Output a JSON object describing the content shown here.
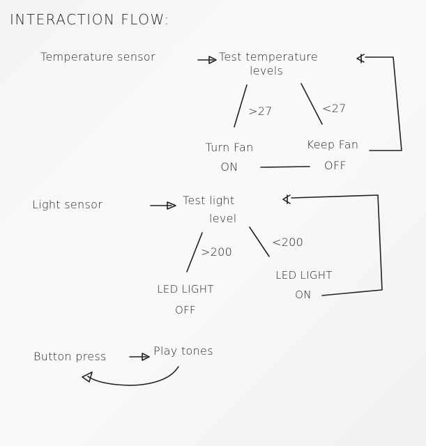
{
  "title": "INTERACTION FLOW:",
  "temperature": {
    "input": "Temperature sensor",
    "test_line1": "Test temperature",
    "test_line2": "levels",
    "left_cond": ">27",
    "right_cond": "<27",
    "left_out_line1": "Turn Fan",
    "left_out_line2": "ON",
    "right_out_line1": "Keep Fan",
    "right_out_line2": "OFF"
  },
  "light": {
    "input": "Light sensor",
    "test_line1": "Test light",
    "test_line2": "level",
    "left_cond": ">200",
    "right_cond": "<200",
    "left_out_line1": "LED LIGHT",
    "left_out_line2": "OFF",
    "right_out_line1": "LED LIGHT",
    "right_out_line2": "ON"
  },
  "button": {
    "input": "Button press",
    "action": "Play tones"
  }
}
